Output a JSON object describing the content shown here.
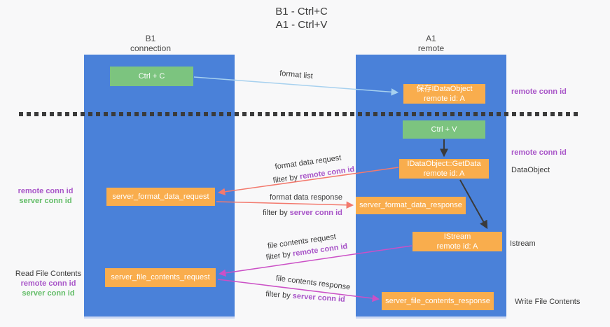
{
  "title": {
    "line1": "B1 - Ctrl+C",
    "line2": "A1 - Ctrl+V"
  },
  "columns": {
    "left": {
      "name": "B1",
      "role": "connection"
    },
    "right": {
      "name": "A1",
      "role": "remote"
    }
  },
  "nodes": {
    "ctrl_c": {
      "label": "Ctrl + C"
    },
    "ctrl_v": {
      "label": "Ctrl + V"
    },
    "save_dataobject": {
      "line1": "保存IDataObject",
      "line2": "remote id: A"
    },
    "getdata": {
      "line1": "IDataObject::GetData",
      "line2": "remote id: A"
    },
    "istream": {
      "line1": "IStream",
      "line2": "remote id: A"
    },
    "format_request": {
      "label": "server_format_data_request"
    },
    "format_response": {
      "label": "server_format_data_response"
    },
    "file_request": {
      "label": "server_file_contents_request"
    },
    "file_response": {
      "label": "server_file_contents_response"
    }
  },
  "edge_labels": {
    "format_list": "format list",
    "format_data_request": "format data request",
    "format_data_response": "format data response",
    "file_contents_request": "file contents request",
    "file_contents_response": "file contents response",
    "filter_by": "filter by "
  },
  "terms": {
    "remote_conn_id": "remote conn id",
    "server_conn_id": "server conn id"
  },
  "side_labels": {
    "remote_conn_id_top": "remote conn id",
    "remote_conn_id_mid": "remote conn id",
    "dataobject": "DataObject",
    "istream": "Istream",
    "write_file_contents": "Write File Contents",
    "read_file_contents": "Read File Contents"
  },
  "colors": {
    "lane_blue": "#4a81d9",
    "node_green": "#7cc47f",
    "node_orange": "#f9ad4d",
    "arrow_salmon": "#f3796d",
    "arrow_magenta": "#cb50c6",
    "arrow_lightblue": "#a7d1ef",
    "divider_dark": "#3b3b3b",
    "text_purple": "#a855c8",
    "text_green": "#63bd68",
    "text_ink": "#3a3a3a",
    "background": "#f8f8f9"
  }
}
